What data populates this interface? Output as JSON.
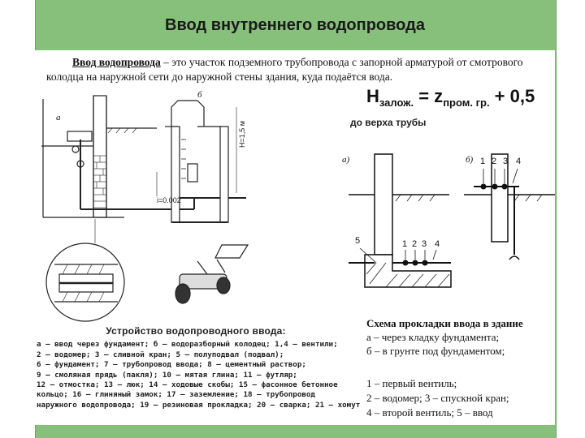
{
  "slide": {
    "title": "Ввод внутреннего водопровода",
    "lead_term": "Ввод водопровода",
    "lead_text": " – это участок подземного трубопровода с запорной арматурой от смотрового колодца  на наружной сети до наружной стены здания, куда подаётся вода."
  },
  "formula": {
    "h": "H",
    "h_sub": "залож.",
    "eq": " = z",
    "z_sub": "пром. гр.",
    "tail": " + 0,5",
    "note": "до верха трубы"
  },
  "scheme": {
    "label_a": "а)",
    "label_b": "б)",
    "marks_a": [
      "5",
      "1",
      "2",
      "3",
      "4"
    ],
    "marks_b": [
      "1",
      "2",
      "3",
      "4"
    ],
    "caption_title": "Схема прокладки ввода в здание",
    "caption_a": "а – через кладку фундамента;",
    "caption_b": "б – в грунте под фундаментом;",
    "legend": [
      "1 – первый вентиль;",
      "2 – водомер; 3 – спускной кран;",
      "4 – второй вентиль; 5 – ввод"
    ]
  },
  "device_legend": {
    "heading": "Устройство водопроводного ввода:",
    "lines": [
      "а — ввод через фундамент; б — водоразборный колодец; 1,4 — вентили;",
      "2 — водомер; 3 — сливной кран; 5 — полуподвал (подвал);",
      "6 — фундамент; 7 — трубопровод ввода; 8 — цементный раствор;",
      "9 — смоляная прядь (пакля); 10 — мятая глина; 11 — футляр;",
      "12 — отмостка; 13 — люк; 14 — ходовые скобы; 15 — фасонное бетонное",
      "кольцо; 16 — глиняный замок; 17 — заземление; 18 — трубопровод",
      "наружного водопровода; 19 — резиновая прокладка; 20 — сварка; 21 — хомут"
    ]
  },
  "drawing_labels": {
    "a": "а",
    "b": "б",
    "slope": "i=0.002",
    "depth": "H=1,5 м"
  }
}
